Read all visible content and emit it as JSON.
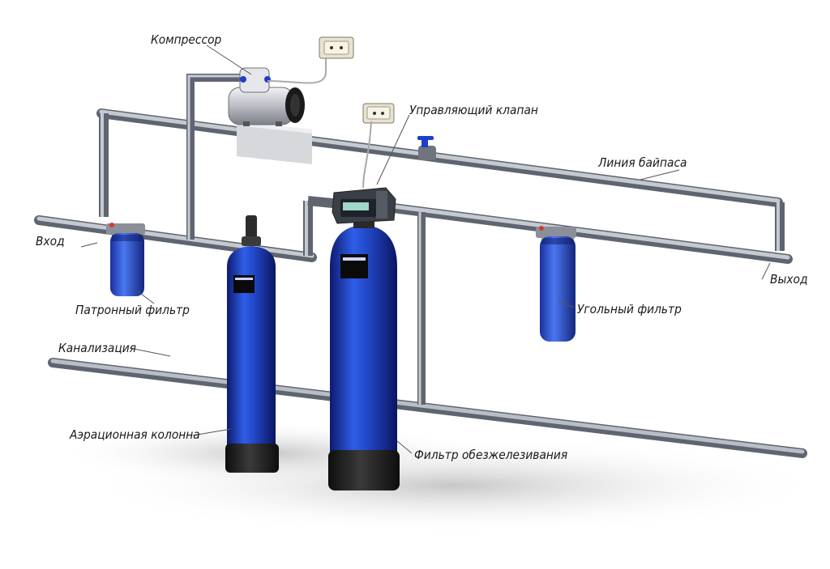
{
  "labels": {
    "compressor": "Компрессор",
    "control_valve": "Управляющий клапан",
    "bypass_line": "Линия байпаса",
    "inlet": "Вход",
    "outlet": "Выход",
    "cartridge_filter": "Патронный фильтр",
    "carbon_filter": "Угольный фильтр",
    "sewer": "Канализация",
    "aeration_column": "Аэрационная колонна",
    "iron_removal_filter": "Фильтр обезжелезивания"
  },
  "colors": {
    "pipe": "#8a8f99",
    "pipe_highlight": "#c9ccd3",
    "tank_blue": "#2a4fd6",
    "tank_dark": "#0d1a6e",
    "tank_base": "#1c1c1c",
    "valve_head": "#3a3f47",
    "lcd": "#9fd8c8"
  },
  "icons": [
    "compressor-icon",
    "socket-icon",
    "control-valve-icon",
    "ball-valve-icon",
    "filter-housing-icon",
    "pressure-tank-icon"
  ]
}
